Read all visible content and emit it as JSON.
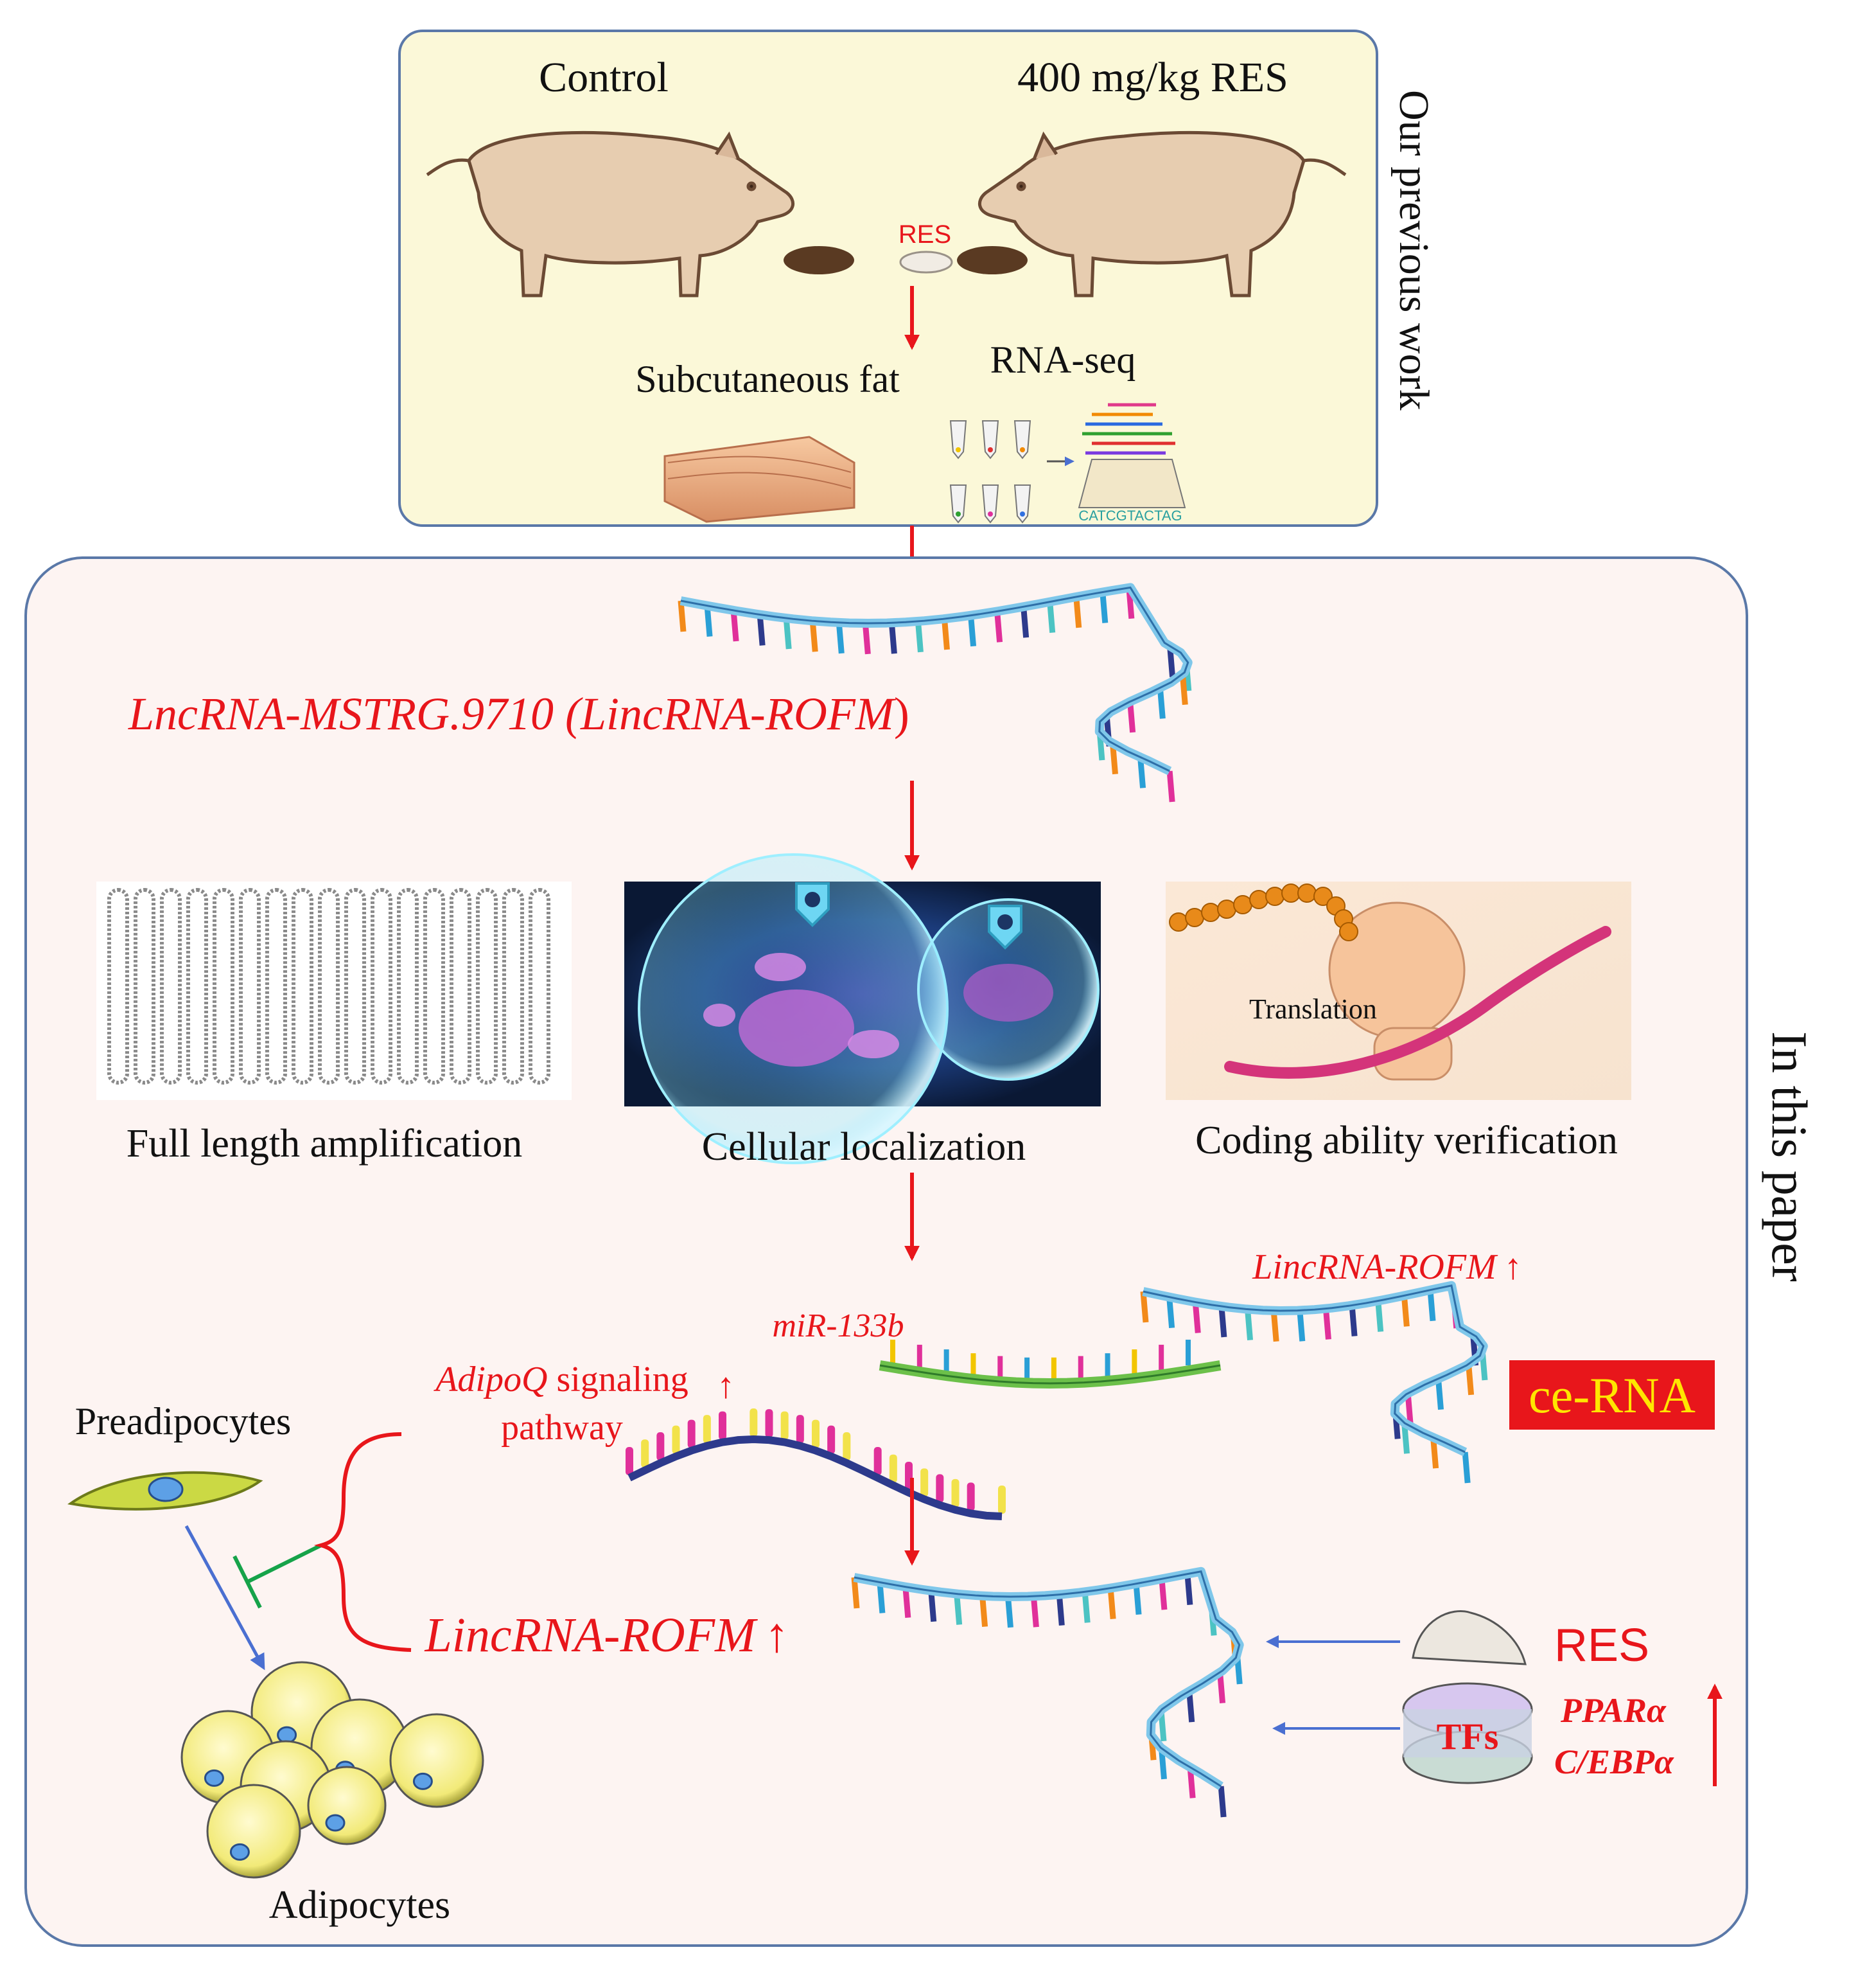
{
  "top_panel": {
    "side_label": "Our previous work",
    "control_label": "Control",
    "treatment_label": "400 mg/kg RES",
    "res_label": "RES",
    "fat_label": "Subcutaneous fat",
    "rnaseq_label": "RNA-seq",
    "sequence_text": "CATCGTACTAG"
  },
  "bottom_panel": {
    "side_label": "In this paper",
    "lnc_title_part1": "LncRNA-MSTRG.9710 (",
    "lnc_title_part2": "LincRNA-ROFM",
    "lnc_title_part3": ")",
    "panels": {
      "full_length": "Full length amplification",
      "localization": "Cellular localization",
      "coding": "Coding ability verification",
      "translation": "Translation"
    },
    "mirna": "miR-133b",
    "lincrna_up_top": "LincRNA-ROFM",
    "adipoq_italic": "AdipoQ",
    "adipoq_rest": " signaling",
    "pathway": "pathway",
    "cerna": "ce-RNA",
    "preadipocytes": "Preadipocytes",
    "adipocytes": "Adipocytes",
    "lincrna_up_bottom": "LincRNA-ROFM",
    "res_label": "RES",
    "tfs_label": "TFs",
    "ppar": "PPARα",
    "cebp": "C/EBPα",
    "up_arrow": "↑"
  },
  "colors": {
    "top_bg": "#fbf8d8",
    "bottom_bg": "#fdf4f2",
    "box_border": "#5a78a8",
    "red": "#e8161b",
    "blue_arrow": "#4a6fd1",
    "green_inhibit": "#16a34a",
    "cerna_bg": "#e8161b",
    "cerna_text": "#ffe600"
  }
}
